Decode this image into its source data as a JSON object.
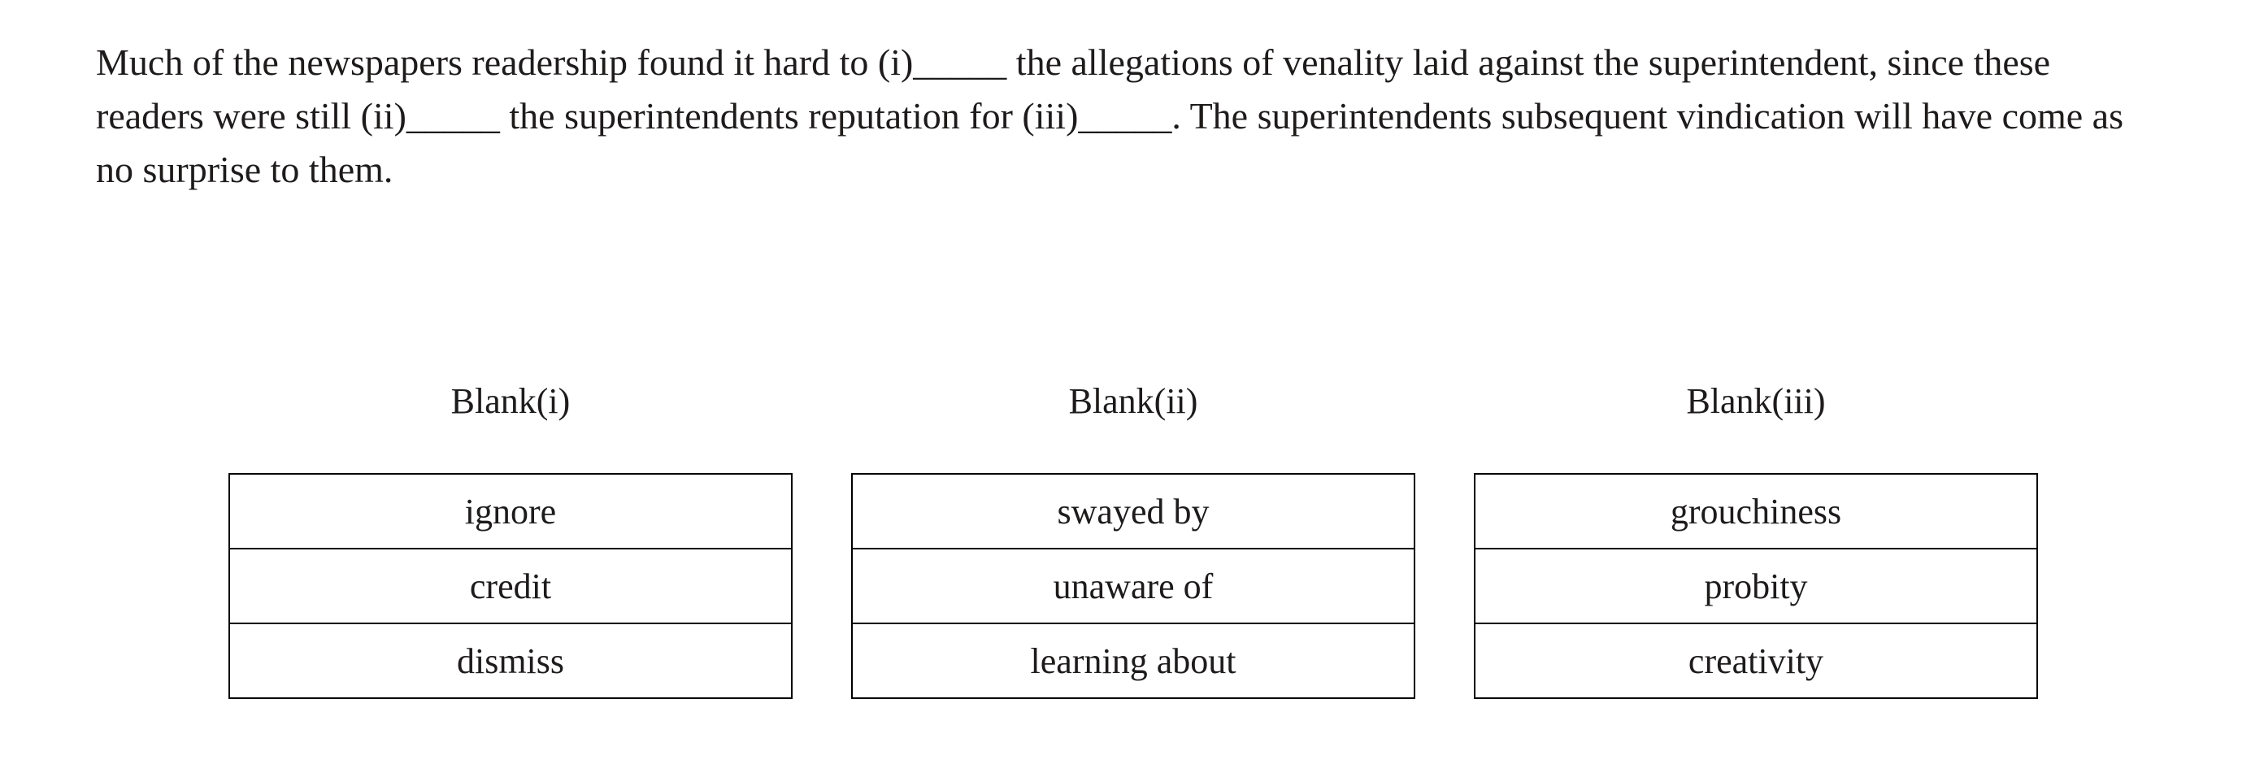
{
  "passage": {
    "lines": [
      "Much of the newspapers readership found it hard to (i)_____ the allegations of venality laid against the superintendent, since these",
      "readers were still (ii)_____ the superintendents reputation for (iii)_____. The superintendents subsequent vindication will have come as",
      "no surprise to them."
    ]
  },
  "columns": [
    {
      "label": "Blank(i)",
      "options": [
        "ignore",
        "credit",
        "dismiss"
      ]
    },
    {
      "label": "Blank(ii)",
      "options": [
        "swayed by",
        "unaware of",
        "learning about"
      ]
    },
    {
      "label": "Blank(iii)",
      "options": [
        "grouchiness",
        "probity",
        "creativity"
      ]
    }
  ],
  "colors": {
    "background": "#ffffff",
    "text": "#1e1b1b",
    "table_border": "#000000"
  }
}
